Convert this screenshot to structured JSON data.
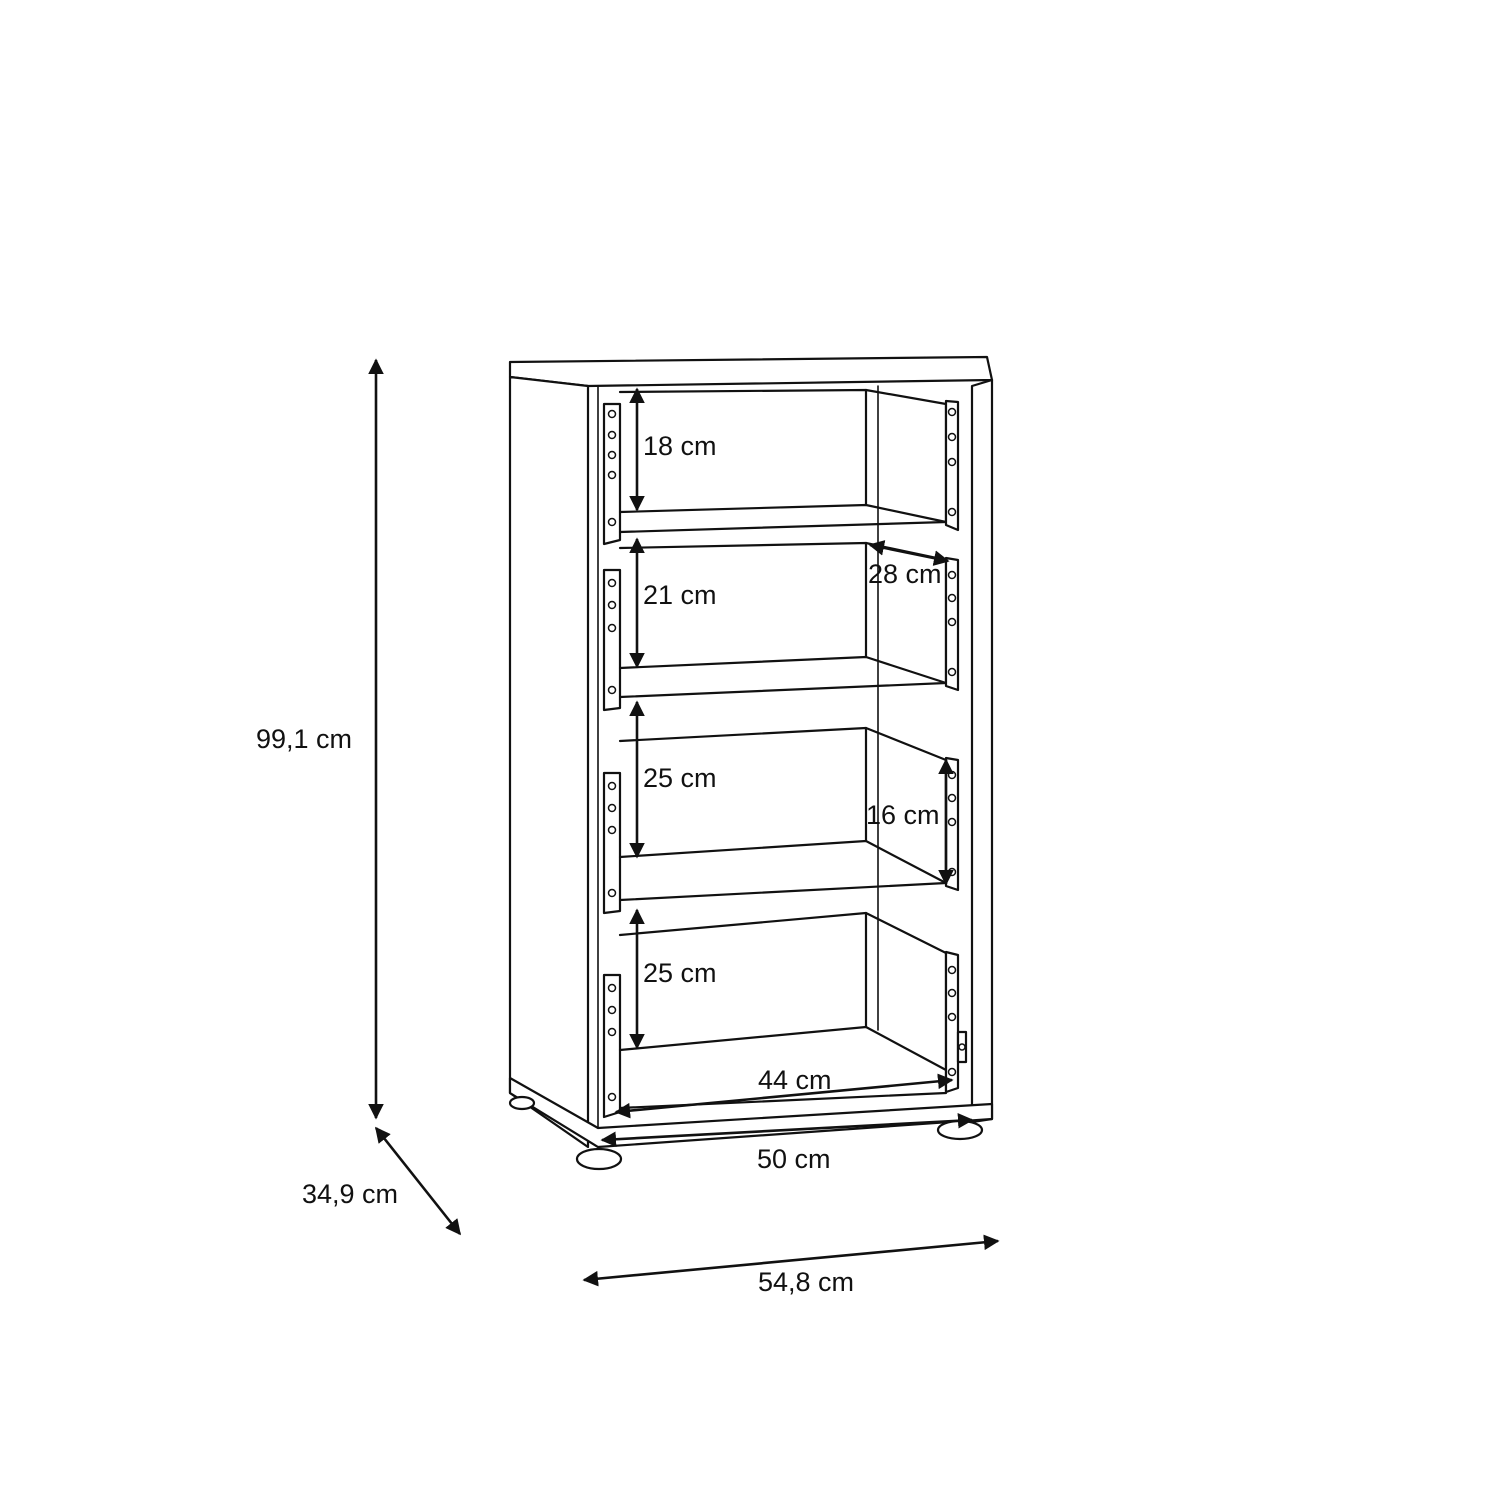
{
  "dimensions": {
    "height": "99,1 cm",
    "depth": "34,9 cm",
    "overall_width": "54,8 cm",
    "inner_width": "50 cm",
    "drawer_width": "44 cm",
    "drawer_depth": "28 cm",
    "drawer_side_height": "16 cm",
    "drawer_1_height": "18 cm",
    "drawer_2_height": "21 cm",
    "drawer_3_height": "25 cm",
    "drawer_4_height": "25 cm"
  }
}
